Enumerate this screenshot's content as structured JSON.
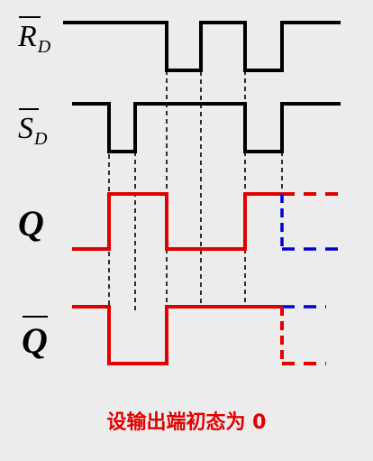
{
  "signals": {
    "rd": {
      "letter": "R",
      "sub": "D",
      "inverted": true
    },
    "sd": {
      "letter": "S",
      "sub": "D",
      "inverted": true
    },
    "q": {
      "letter": "Q",
      "sub": "",
      "inverted": false
    },
    "qbar": {
      "letter": "Q",
      "sub": "",
      "inverted": true
    }
  },
  "caption": "设输出端初态为 0",
  "colors": {
    "input_wave": "#000000",
    "output_wave": "#e10000",
    "alt_state": "#0000d0",
    "guide": "#000000",
    "background": "#ececec"
  }
}
